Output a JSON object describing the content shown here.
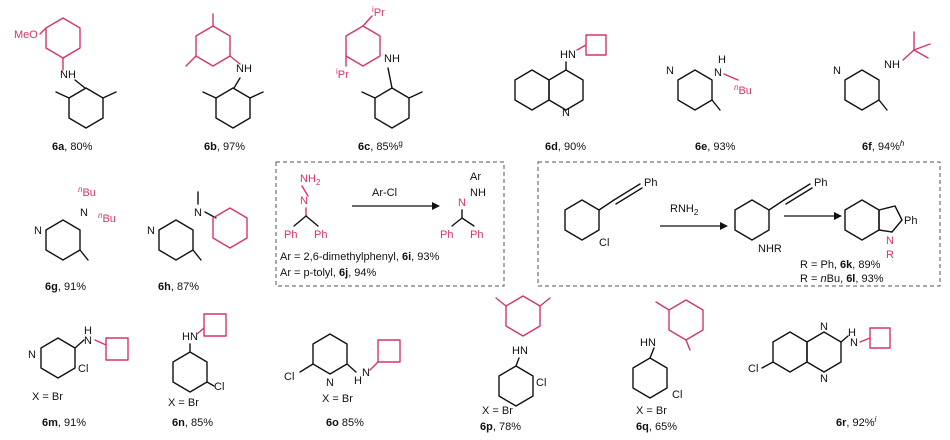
{
  "compounds": {
    "6a": {
      "id": "6a",
      "yield": ", 80%",
      "sub": "MeO"
    },
    "6b": {
      "id": "6b",
      "yield": ", 97%"
    },
    "6c": {
      "id": "6c",
      "yield": ", 85%",
      "sup": "g",
      "iPr": "Pr"
    },
    "6d": {
      "id": "6d",
      "yield": ", 90%"
    },
    "6e": {
      "id": "6e",
      "yield": ", 93%",
      "nBu": "Bu"
    },
    "6f": {
      "id": "6f",
      "yield": ", 94%",
      "sup": "h"
    },
    "6g": {
      "id": "6g",
      "yield": ", 91%"
    },
    "6h": {
      "id": "6h",
      "yield": ", 87%"
    },
    "6m": {
      "id": "6m",
      "yield": ", 91%",
      "x": "X = Br"
    },
    "6n": {
      "id": "6n",
      "yield": ", 85%",
      "x": "X = Br"
    },
    "6o": {
      "id": "6o",
      "yield": " 85%",
      "x": "X = Br"
    },
    "6p": {
      "id": "6p",
      "yield": ", 78%",
      "x": "X = Br"
    },
    "6q": {
      "id": "6q",
      "yield": ", 65%",
      "x": "X = Br"
    },
    "6r": {
      "id": "6r",
      "yield": ", 92%",
      "sup": "i"
    }
  },
  "atoms": {
    "N": "N",
    "NH": "NH",
    "H": "H",
    "HN": "HN",
    "Cl": "Cl",
    "NH2": "NH",
    "two": "2",
    "Ph": "Ph",
    "Ar": "Ar",
    "nBuSup": "n",
    "iSup": "i"
  },
  "box1": {
    "reagent": "Ar-Cl",
    "line1_prefix": "Ar = 2,6-dimethylphenyl, ",
    "line1_id": "6i",
    "line1_yield": ", 93%",
    "line2_prefix": "Ar = p-tolyl, ",
    "line2_id": "6j",
    "line2_yield": ", 94%"
  },
  "box2": {
    "reagent": "RNH",
    "reagent_sub": "2",
    "nhr": "NHR",
    "r": "R",
    "line1_prefix": "R = Ph, ",
    "line1_id": "6k",
    "line1_yield": ", 89%",
    "line2_prefix": "R = ",
    "line2_italic": "n",
    "line2_mid": "Bu, ",
    "line2_id": "6l",
    "line2_yield": ", 93%"
  }
}
